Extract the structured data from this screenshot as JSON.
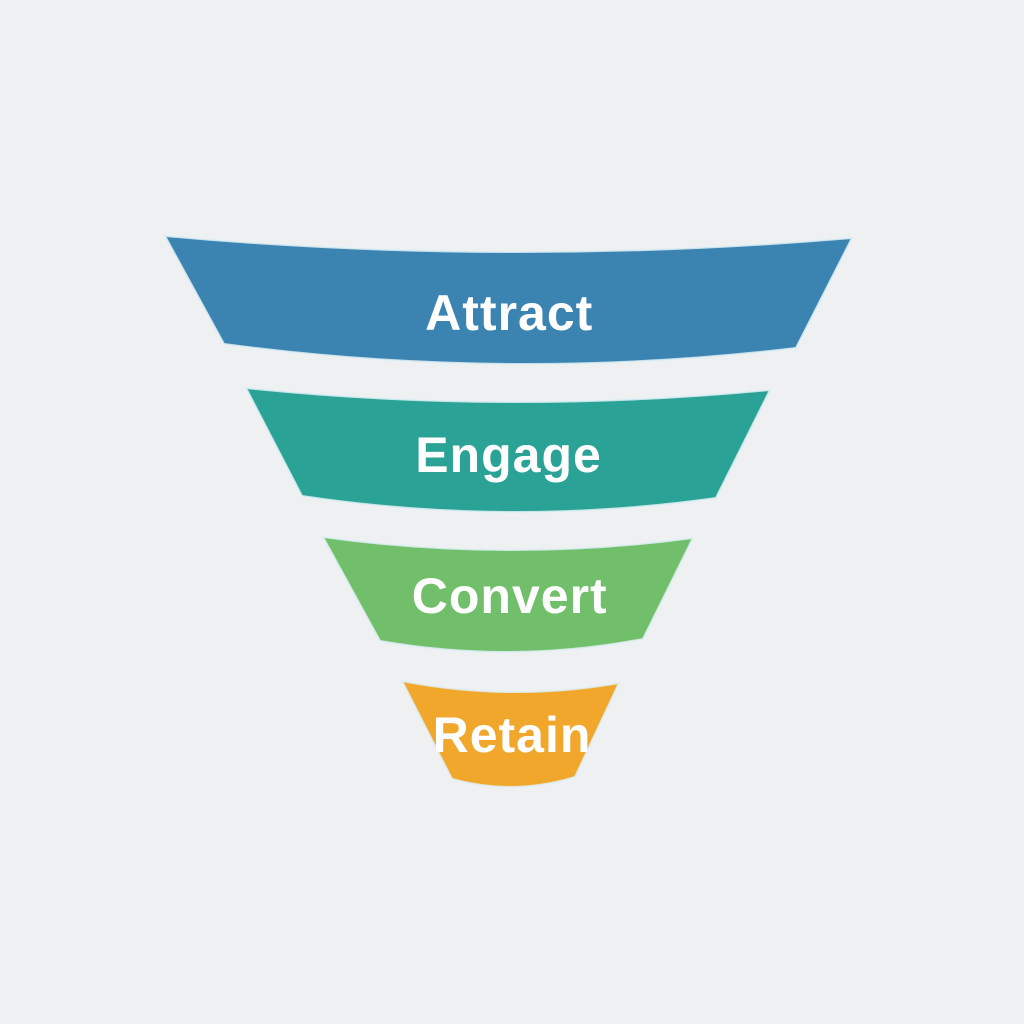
{
  "diagram": {
    "type": "funnel",
    "background_color": "#eef0f2",
    "label_color": "#ffffff",
    "stages": [
      {
        "label": "Attract",
        "color": "#3b83b1"
      },
      {
        "label": "Engage",
        "color": "#2aa296"
      },
      {
        "label": "Convert",
        "color": "#72bf6b"
      },
      {
        "label": "Retain",
        "color": "#f0a72c"
      }
    ]
  },
  "chart_data": {
    "type": "funnel",
    "categories": [
      "Attract",
      "Engage",
      "Convert",
      "Retain"
    ],
    "colors": [
      "#3b83b1",
      "#2aa296",
      "#72bf6b",
      "#f0a72c"
    ],
    "legend": "none",
    "orientation": "top-wide-to-bottom-narrow"
  }
}
